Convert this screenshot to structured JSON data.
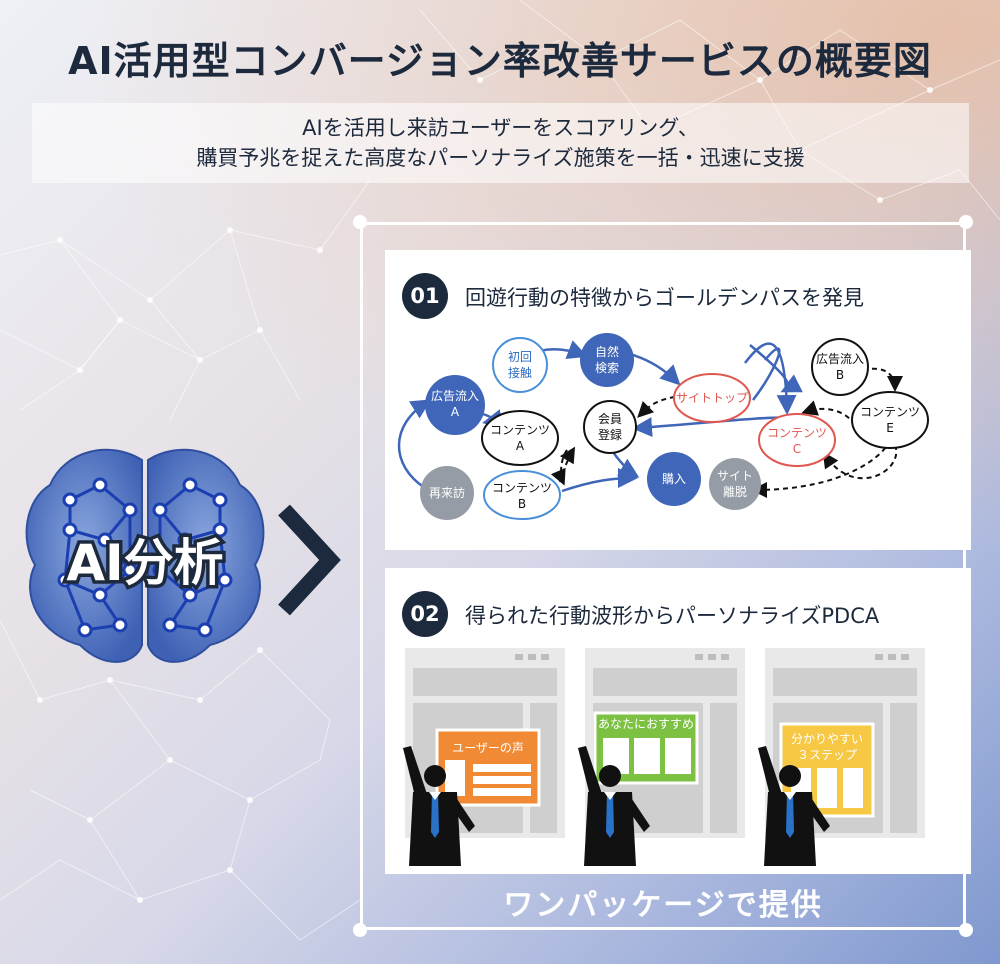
{
  "title": "AI活用型コンバージョン率改善サービスの概要図",
  "subtitle_line1": "AIを活用し来訪ユーザーをスコアリング、",
  "subtitle_line2": "購買予兆を捉えた高度なパーソナライズ施策を一括・迅速に支援",
  "brain_label": "AI分析",
  "panel1": {
    "number": "01",
    "heading": "回遊行動の特徴からゴールデンパスを発見",
    "nodes": {
      "ad_a_line1": "広告流入",
      "ad_a_line2": "A",
      "first_line1": "初回",
      "first_line2": "接触",
      "natural_line1": "自然",
      "natural_line2": "検索",
      "revisit": "再来訪",
      "content_a_line1": "コンテンツ",
      "content_a_line2": "A",
      "content_b_line1": "コンテンツ",
      "content_b_line2": "B",
      "member_line1": "会員",
      "member_line2": "登録",
      "purchase": "購入",
      "site_top": "サイトトップ",
      "content_c_line1": "コンテンツ",
      "content_c_line2": "C",
      "exit_line1": "サイト",
      "exit_line2": "離脱",
      "ad_b_line1": "広告流入",
      "ad_b_line2": "B",
      "content_e_line1": "コンテンツ",
      "content_e_line2": "E"
    }
  },
  "panel2": {
    "number": "02",
    "heading": "得られた行動波形からパーソナライズPDCA",
    "card1_banner": "ユーザーの声",
    "card2_banner": "あなたにおすすめ",
    "card3_banner_line1": "分かりやすい",
    "card3_banner_line2": "３ステップ"
  },
  "footer": "ワンパッケージで提供",
  "colors": {
    "navy": "#1d2a3d",
    "blue_node": "#3f66b8",
    "light_blue_stroke": "#4a90d8",
    "red_stroke": "#e0574f",
    "gray_node": "#959ca6",
    "orange": "#f08a34",
    "green": "#7cc142",
    "yellow": "#f6c843"
  }
}
